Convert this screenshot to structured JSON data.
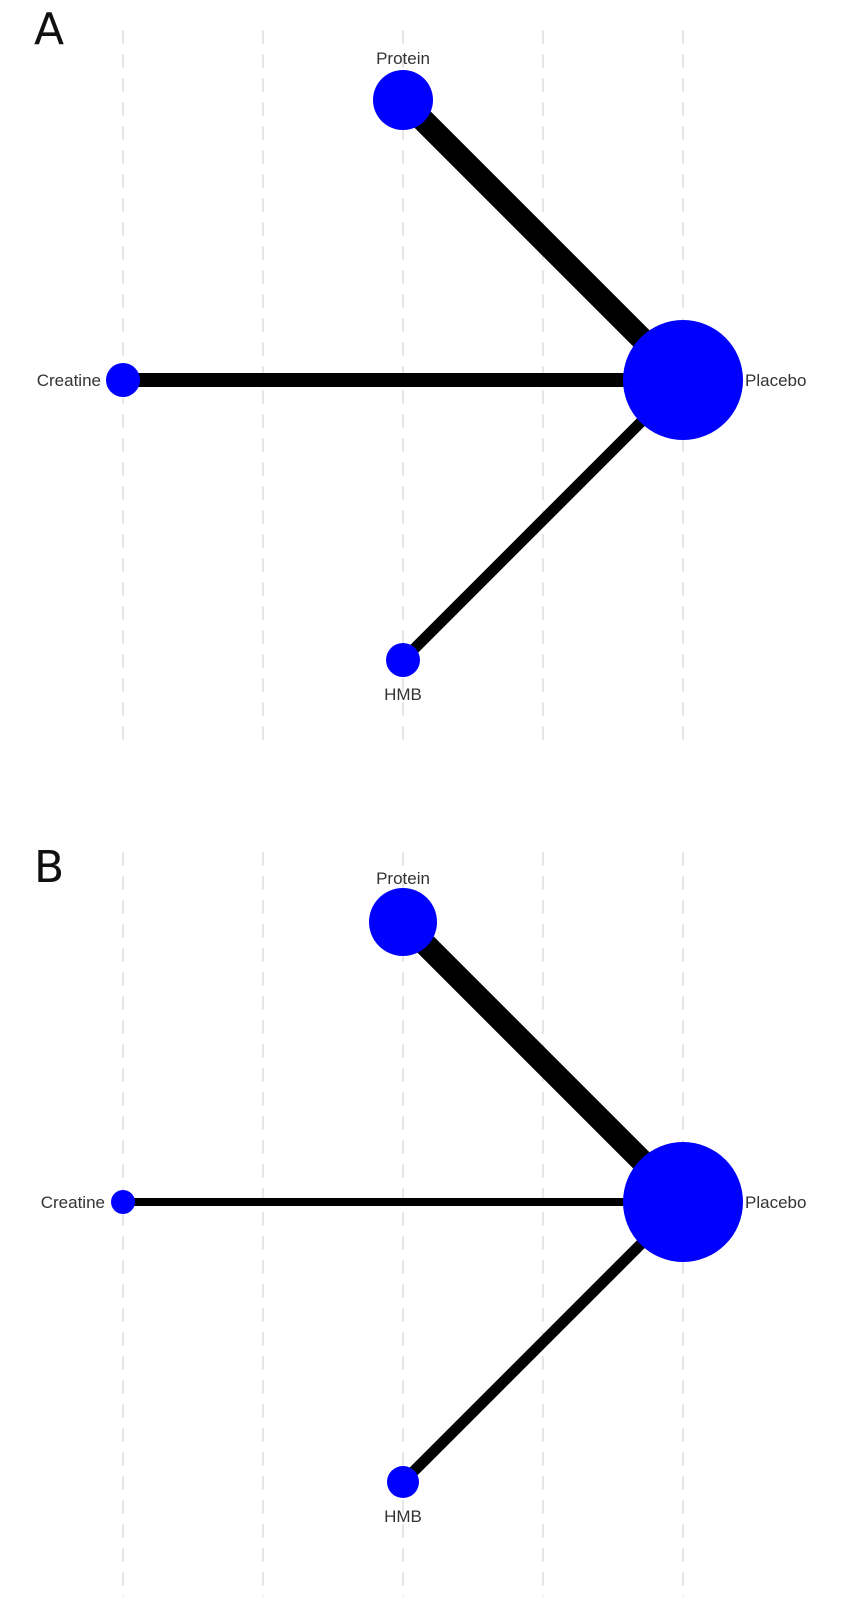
{
  "colors": {
    "node": "#0000ff",
    "edge": "#000000",
    "grid": "#e6e6e6",
    "label": "#333333"
  },
  "panels": [
    {
      "letter": "A",
      "nodes": [
        {
          "id": "protein",
          "label": "Protein"
        },
        {
          "id": "creatine",
          "label": "Creatine"
        },
        {
          "id": "placebo",
          "label": "Placebo"
        },
        {
          "id": "hmb",
          "label": "HMB"
        }
      ],
      "edges": [
        {
          "from": "protein",
          "to": "placebo",
          "weight": 3
        },
        {
          "from": "creatine",
          "to": "placebo",
          "weight": 2
        },
        {
          "from": "hmb",
          "to": "placebo",
          "weight": 1.6
        }
      ]
    },
    {
      "letter": "B",
      "nodes": [
        {
          "id": "protein",
          "label": "Protein"
        },
        {
          "id": "creatine",
          "label": "Creatine"
        },
        {
          "id": "placebo",
          "label": "Placebo"
        },
        {
          "id": "hmb",
          "label": "HMB"
        }
      ],
      "edges": [
        {
          "from": "protein",
          "to": "placebo",
          "weight": 3
        },
        {
          "from": "creatine",
          "to": "placebo",
          "weight": 1.2
        },
        {
          "from": "hmb",
          "to": "placebo",
          "weight": 1.6
        }
      ]
    }
  ]
}
